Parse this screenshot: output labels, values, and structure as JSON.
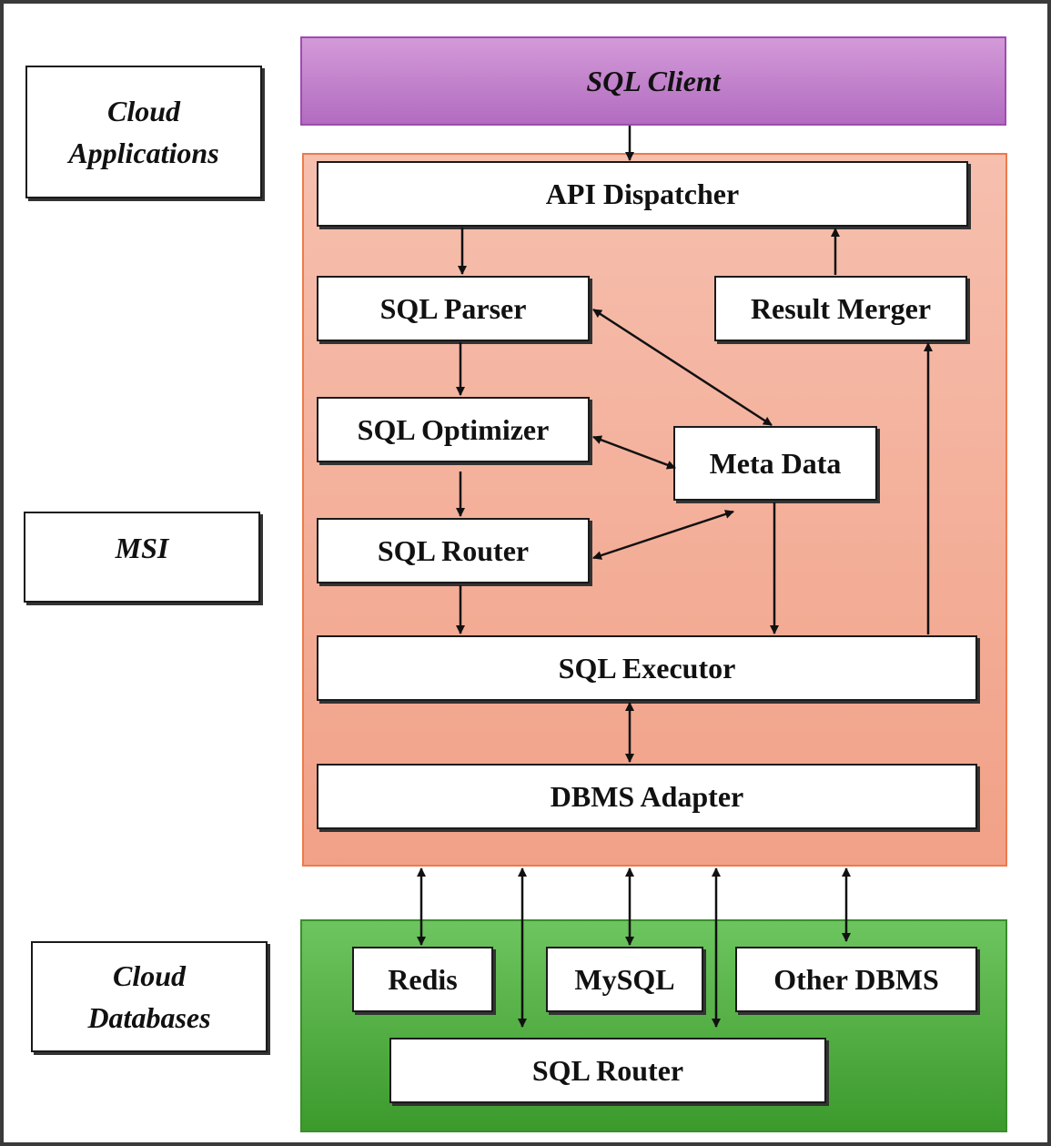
{
  "side_labels": {
    "cloud_applications_line1": "Cloud",
    "cloud_applications_line2": "Applications",
    "msi": "MSI",
    "cloud_databases_line1": "Cloud",
    "cloud_databases_line2": "Databases"
  },
  "client": {
    "label": "SQL Client"
  },
  "msi_components": {
    "api_dispatcher": "API Dispatcher",
    "sql_parser": "SQL Parser",
    "result_merger": "Result Merger",
    "sql_optimizer": "SQL Optimizer",
    "meta_data": "Meta Data",
    "sql_router": "SQL Router",
    "sql_executor": "SQL Executor",
    "dbms_adapter": "DBMS Adapter"
  },
  "databases": {
    "redis": "Redis",
    "mysql": "MySQL",
    "other_dbms": "Other DBMS",
    "sql_router": "SQL Router"
  },
  "colors": {
    "client_fill": "#c98ad0",
    "msi_fill": "#f4b09a",
    "db_fill": "#52ad42"
  }
}
